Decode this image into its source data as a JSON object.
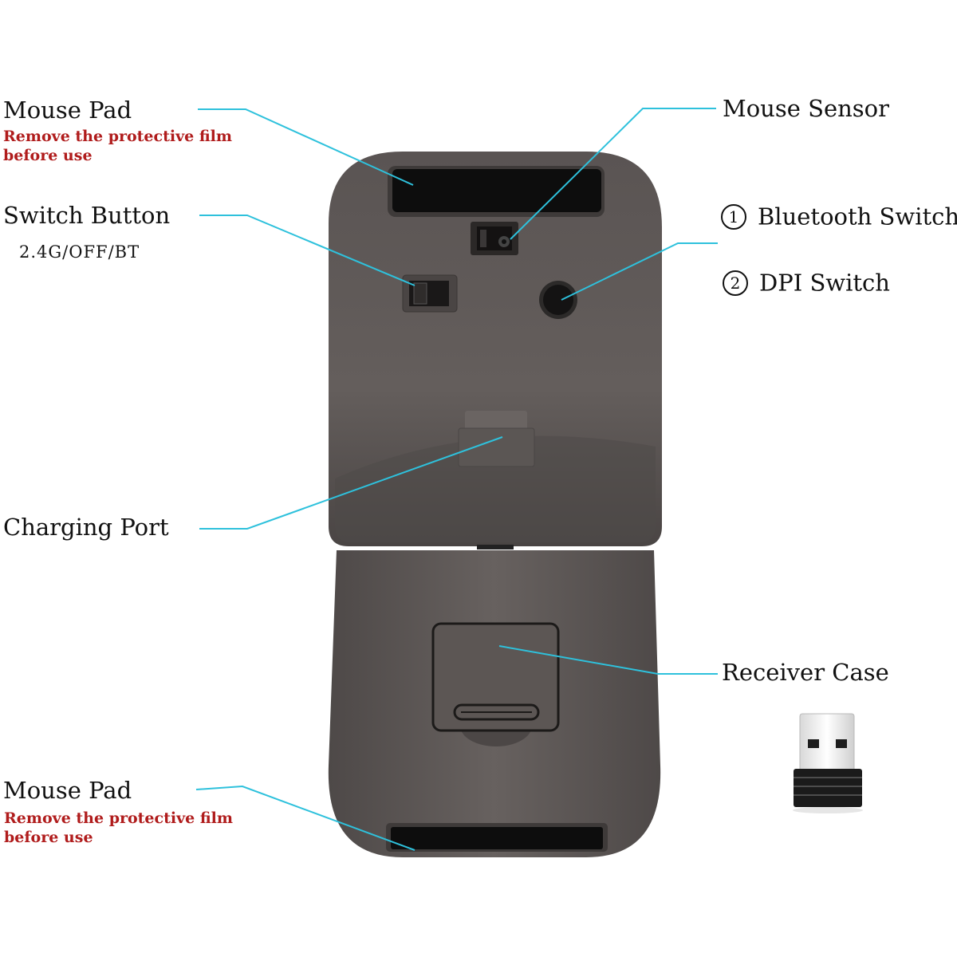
{
  "colors": {
    "leader_line": "#2ec1dc",
    "warning_text": "#b01c1c",
    "mouse_body": "#5d5756",
    "mouse_shadow": "#3e3a39",
    "pad_black": "#0d0d0d"
  },
  "labels": {
    "mouse_pad_top": {
      "title": "Mouse Pad",
      "note_line1": "Remove the protective film",
      "note_line2": "before use"
    },
    "switch_button": {
      "title": "Switch Button",
      "modes": "2.4G/OFF/BT"
    },
    "charging_port": {
      "title": "Charging Port"
    },
    "mouse_pad_bottom": {
      "title": "Mouse Pad",
      "note_line1": "Remove the protective film",
      "note_line2": "before use"
    },
    "mouse_sensor": {
      "title": "Mouse Sensor"
    },
    "bluetooth_switch": {
      "number": "1",
      "title": "Bluetooth Switch"
    },
    "dpi_switch": {
      "number": "2",
      "title": "DPI Switch"
    },
    "receiver_case": {
      "title": "Receiver Case"
    }
  },
  "icons": {
    "usb_receiver": "usb-receiver-icon",
    "mouse": "foldable-mouse-illustration"
  }
}
